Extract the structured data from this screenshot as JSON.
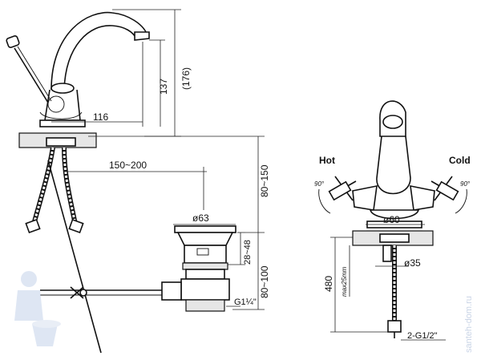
{
  "labels": {
    "hot": "Hot",
    "cold": "Cold",
    "angle_left": "90°",
    "angle_right": "90°",
    "max": "max25mm"
  },
  "dimensions": {
    "d116": "116",
    "d137": "137",
    "d176": "(176)",
    "d150_200": "150~200",
    "d80_150": "80~150",
    "d80_100": "80~100",
    "d28_48": "28~48",
    "d63": "ø63",
    "g114": "G1¼\"",
    "d60": "ø60",
    "d35": "ø35",
    "d480": "480",
    "g12": "2-G1/2\""
  },
  "watermark": {
    "text": "santeh-dom.ru"
  }
}
